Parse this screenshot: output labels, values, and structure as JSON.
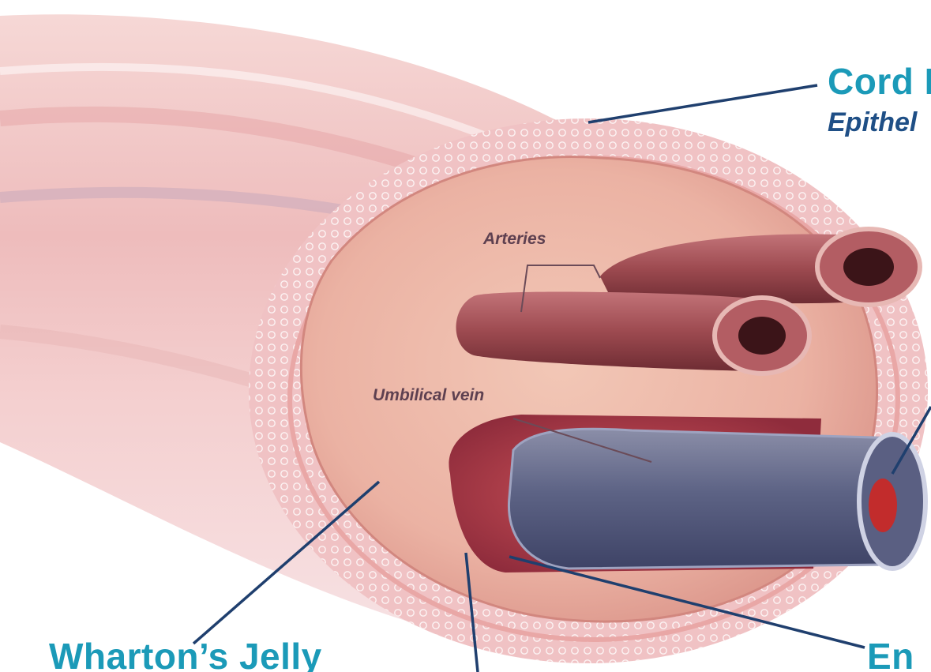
{
  "labels": {
    "cord_lining": "Cord L",
    "epithelium": "Epithel",
    "arteries": "Arteries",
    "umbilical_vein": "Umbilical vein",
    "whartons_jelly": "Wharton’s Jelly",
    "endothelium": "En"
  },
  "colors": {
    "callout_text": "#1b9ab8",
    "callout_subtext": "#1f4f86",
    "leader_line": "#1f3f6e",
    "inner_label": "#5e4050",
    "cord_outer": "#f1c9c8",
    "jelly": "#ecb7a8",
    "artery": "#9b4a4e",
    "vein": "#5f6788"
  }
}
